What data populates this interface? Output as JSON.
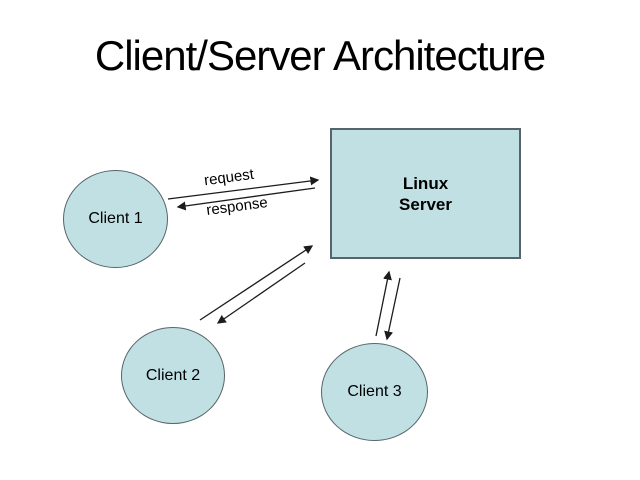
{
  "slide": {
    "title": "Client/Server Architecture"
  },
  "diagram": {
    "server": {
      "lines": [
        "Linux",
        "Server"
      ]
    },
    "clients": [
      {
        "label": "Client 1"
      },
      {
        "label": "Client 2"
      },
      {
        "label": "Client 3"
      }
    ],
    "edge_labels": {
      "request": "request",
      "response": "response"
    }
  },
  "colors": {
    "background": "#ffffff",
    "node_fill": "#c1e0e4",
    "node_border": "#566569",
    "arrow": "#1c1c1c",
    "text": "#000000"
  }
}
